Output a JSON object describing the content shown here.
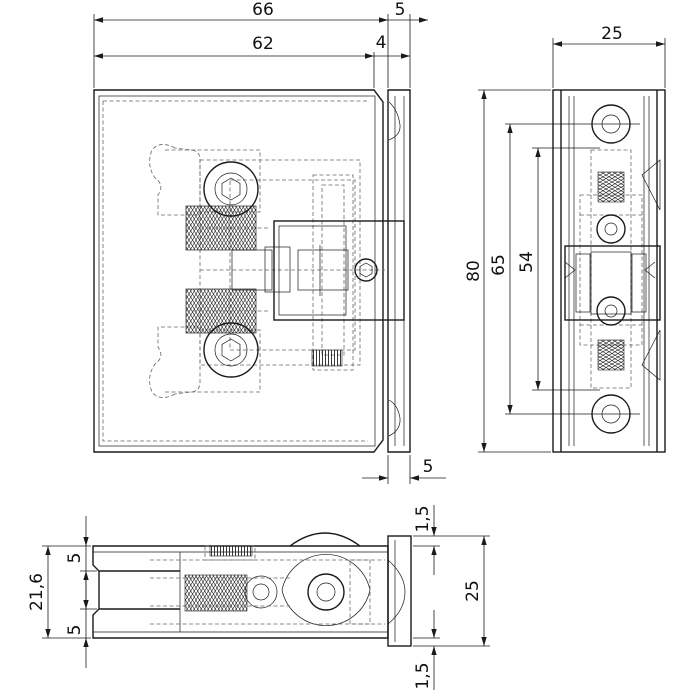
{
  "dimensions": {
    "front_width_total": "66",
    "front_width_plate": "62",
    "front_gap": "4",
    "front_flange": "5",
    "front_flange_bottom": "5",
    "side_width": "25",
    "side_height_total": "80",
    "side_holes_spacing": "65",
    "side_inner_spacing": "54",
    "bottom_total": "21,6",
    "bottom_slot_top": "5",
    "bottom_slot_bottom": "5",
    "bottom_height": "25",
    "bottom_offset_top": "1,5",
    "bottom_offset_bottom": "1,5"
  }
}
